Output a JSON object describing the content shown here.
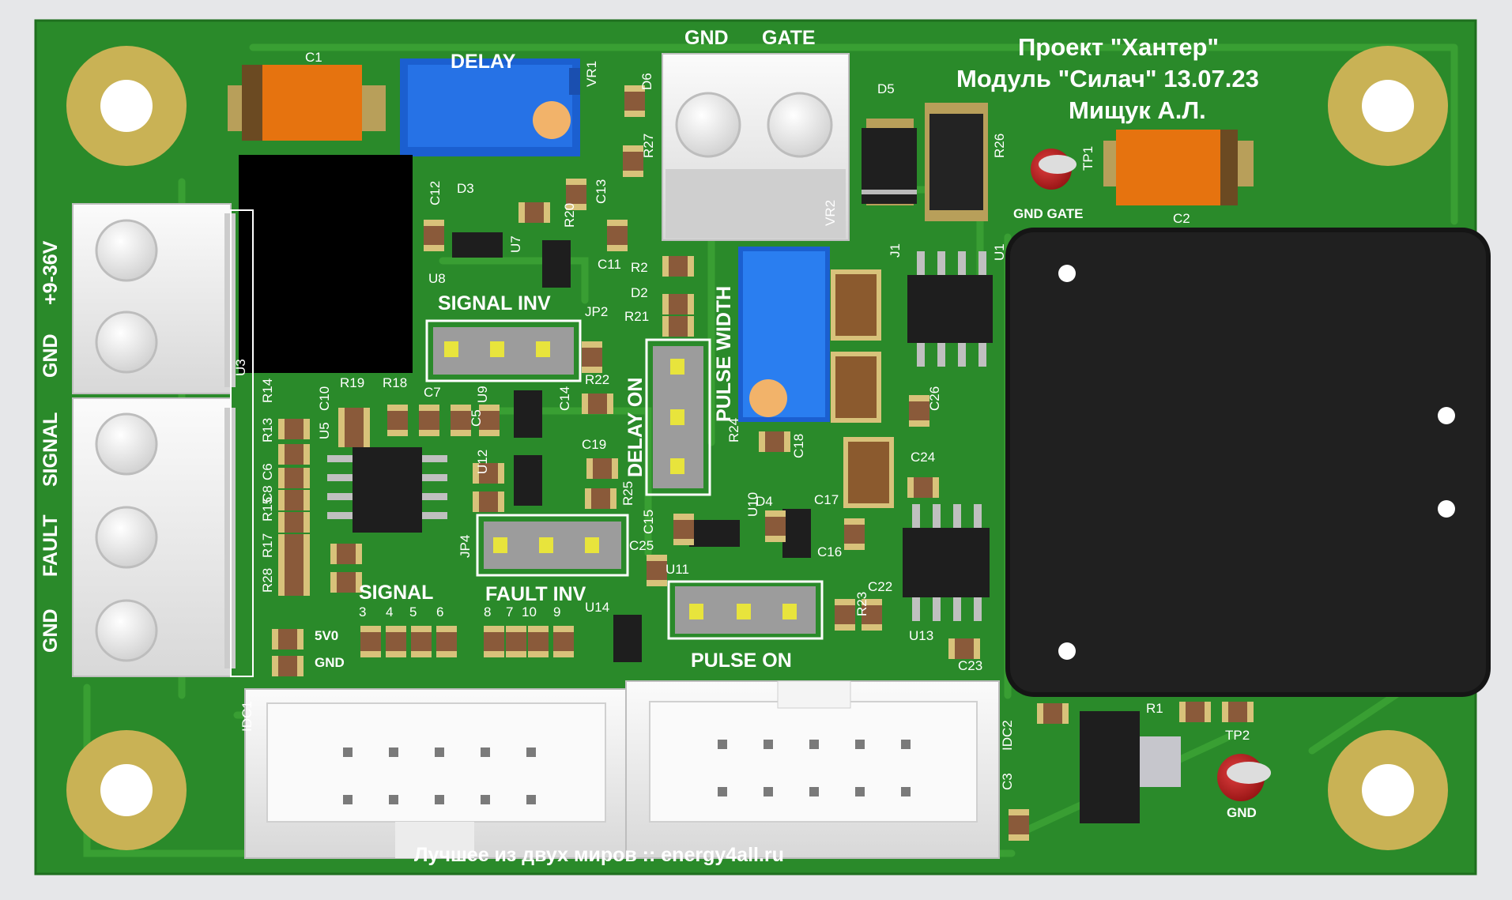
{
  "board": {
    "title_lines": [
      "Проект \"Хантер\"",
      "Модуль \"Силач\" 13.07.23",
      "Мищук А.Л."
    ],
    "footer": "Лучшее из двух миров :: energy4all.ru",
    "colors": {
      "background": "#e6e7e9",
      "board": "#2a8a2a",
      "copper": "#3a9b32",
      "silkscreen": "#ffffff",
      "pad": "#c8b25a"
    }
  },
  "headers": {
    "gnd_gate": [
      "GND",
      "GATE"
    ],
    "power": [
      "+9-36V",
      "GND"
    ],
    "io": [
      "SIGNAL",
      "FAULT",
      "GND"
    ],
    "signal": "SIGNAL",
    "signal_pins": [
      "3",
      "4",
      "5",
      "6"
    ],
    "fault_inv": "FAULT INV",
    "fault_pins": [
      "8",
      "7",
      "10",
      "9"
    ],
    "signal_inv": "SIGNAL INV",
    "delay": "DELAY",
    "delay_on": "DELAY ON",
    "pulse_width": "PULSE WIDTH",
    "pulse_on": "PULSE ON",
    "gnd_gate_tp": "GND GATE",
    "tp2_gnd": "GND",
    "5v0": "5V0",
    "gnd_small": "GND"
  },
  "refs": [
    "C1",
    "C2",
    "D5",
    "D3",
    "D6",
    "D2",
    "D4",
    "R27",
    "R26",
    "R2",
    "R20",
    "R21",
    "R22",
    "R18",
    "R19",
    "R13",
    "R14",
    "R15",
    "R17",
    "R28",
    "R24",
    "R25",
    "R23",
    "R1",
    "C12",
    "C13",
    "C11",
    "C10",
    "C5",
    "C6",
    "C7",
    "C8",
    "C14",
    "C19",
    "C15",
    "C16",
    "C17",
    "C18",
    "C22",
    "C23",
    "C24",
    "C25",
    "C26",
    "C3",
    "U1",
    "U3",
    "U5",
    "U7",
    "U8",
    "U9",
    "U10",
    "U11",
    "U12",
    "U13",
    "U14",
    "J1",
    "VR1",
    "VR2",
    "TP1",
    "TP2",
    "JP2",
    "JP4",
    "IDC1",
    "IDC2"
  ]
}
